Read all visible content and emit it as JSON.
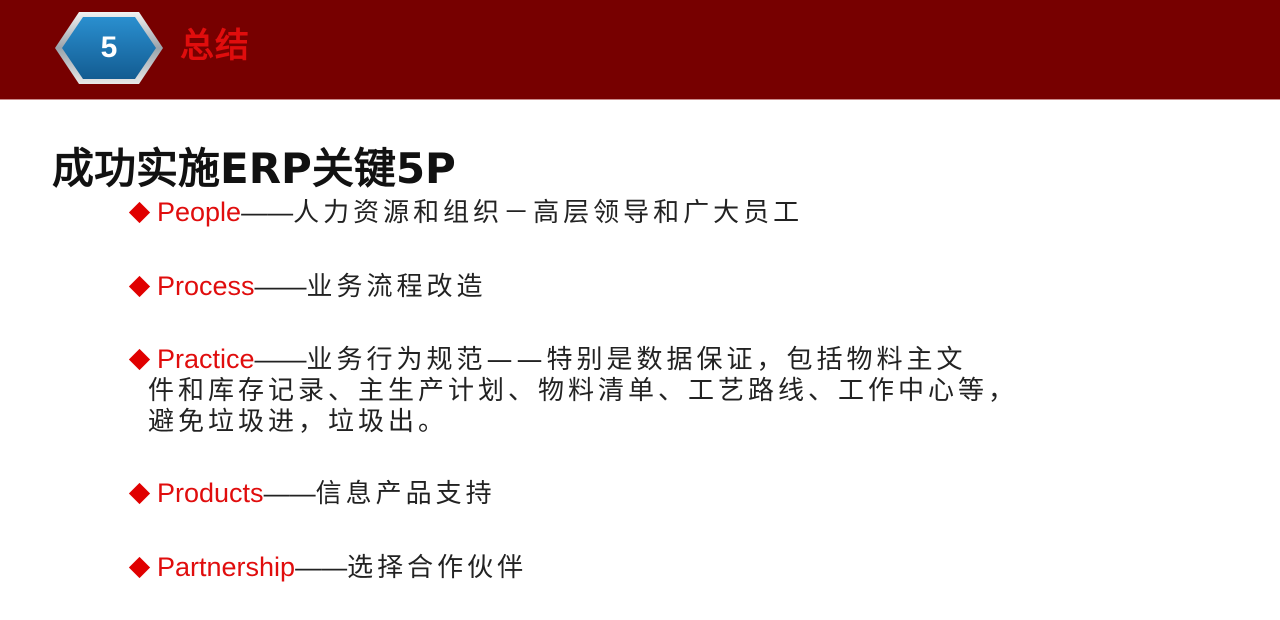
{
  "header": {
    "section_number": "5",
    "section_title": "总结",
    "colors": {
      "band": "#770000",
      "title": "#e00d0d",
      "badge": "#1a6fa8"
    }
  },
  "main": {
    "title": "成功实施ERP关键5P",
    "bullets": [
      {
        "key": "People",
        "dash": "——",
        "desc": "人力资源和组织－高层领导和广大员工",
        "continuation": []
      },
      {
        "key": "Process",
        "dash": "——",
        "desc": "业务流程改造",
        "continuation": []
      },
      {
        "key": "Practice",
        "dash": "——",
        "desc": "业务行为规范——特别是数据保证，包括物料主文",
        "continuation": [
          "件和库存记录、主生产计划、物料清单、工艺路线、工作中心等，",
          "避免垃圾进，垃圾出。"
        ]
      },
      {
        "key": "Products",
        "dash": "——",
        "desc": "信息产品支持",
        "continuation": []
      },
      {
        "key": "Partnership",
        "dash": "——",
        "desc": "选择合作伙伴",
        "continuation": []
      }
    ],
    "bullet_icon": "red-diamond-icon"
  }
}
